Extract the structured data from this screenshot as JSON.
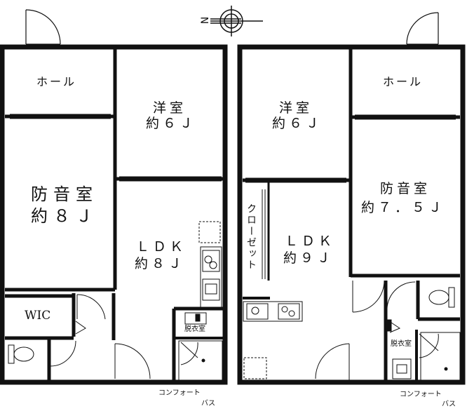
{
  "compass": {
    "north_label": "N"
  },
  "left_unit": {
    "hall": "ホール",
    "western_room_name": "洋室",
    "western_room_size": "約６Ｊ",
    "soundproof_room_name": "防音室",
    "soundproof_room_size": "約８Ｊ",
    "ldk_name": "ＬＤＫ",
    "ldk_size": "約８Ｊ",
    "wic": "WIC",
    "dressing_room": "脱衣室",
    "comfort_bath_line1": "コンフォート",
    "comfort_bath_line2": "バス"
  },
  "right_unit": {
    "hall": "ホール",
    "western_room_name": "洋室",
    "western_room_size": "約６Ｊ",
    "soundproof_room_name": "防音室",
    "soundproof_room_size": "約７．５Ｊ",
    "ldk_name": "ＬＤＫ",
    "ldk_size": "約９Ｊ",
    "closet": "クローゼット",
    "dressing_room": "脱衣室",
    "comfort_bath_line1": "コンフォート",
    "comfort_bath_line2": "バス"
  }
}
